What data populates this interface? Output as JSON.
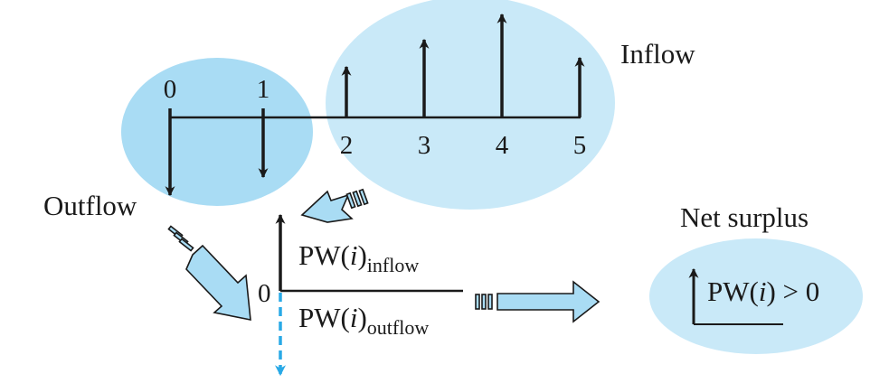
{
  "diagram": {
    "labels": {
      "inflow": "Inflow",
      "outflow": "Outflow",
      "net_surplus": "Net surplus",
      "pw_inflow_main": "PW(",
      "pw_inflow_var": "i",
      "pw_inflow_close": ")",
      "pw_inflow_sub": "inflow",
      "pw_outflow_main": "PW(",
      "pw_outflow_var": "i",
      "pw_outflow_close": ")",
      "pw_outflow_sub": "outflow",
      "pw_positive_main": "PW(",
      "pw_positive_var": "i",
      "pw_positive_close": ") > 0",
      "origin": "0"
    },
    "periods": [
      "0",
      "1",
      "2",
      "3",
      "4",
      "5"
    ],
    "colors": {
      "bubble_outflow": "#a9dcf4",
      "bubble_inflow": "#c9e9f8",
      "bubble_net": "#c9e9f8",
      "block_arrow_fill": "#a9dcf4",
      "line": "#1a1a1a",
      "dashed_arrow": "#29a9e6"
    }
  }
}
